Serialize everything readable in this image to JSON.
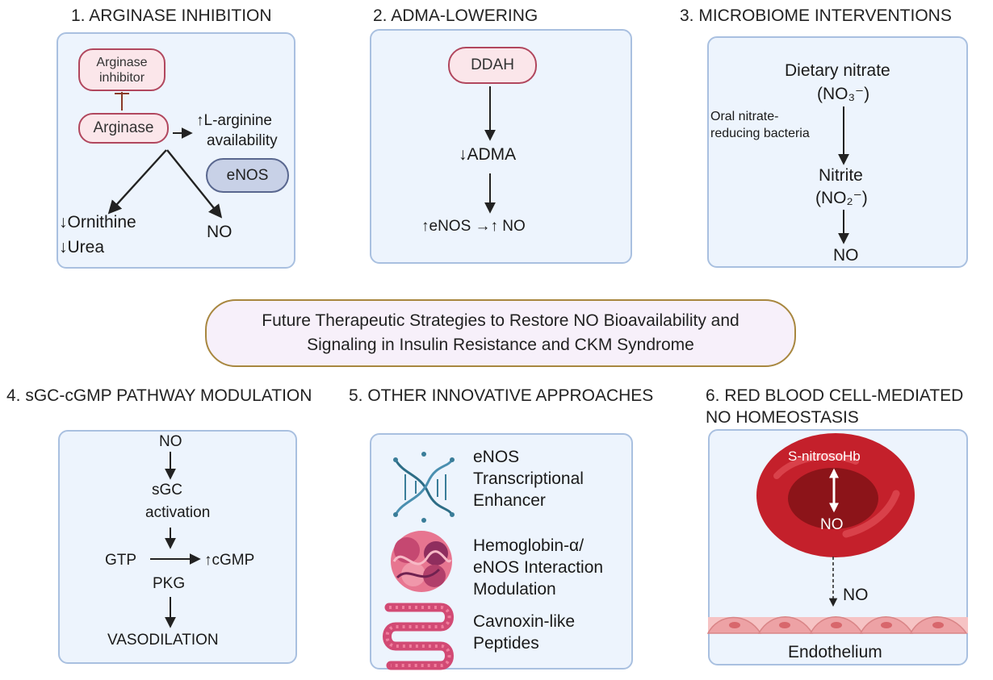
{
  "center": {
    "line1": "Future Therapeutic Strategies to Restore NO Bioavailability and",
    "line2": "Signaling in Insulin Resistance and CKM Syndrome"
  },
  "panel1": {
    "title": "1.  ARGINASE INHIBITION",
    "inhibitor_line1": "Arginase",
    "inhibitor_line2": "inhibitor",
    "arginase": "Arginase",
    "availability_line1": "↑L-arginine",
    "availability_line2": "availability",
    "enos": "eNOS",
    "ornithine": "↓Ornithine",
    "urea": "↓Urea",
    "no": "NO"
  },
  "panel2": {
    "title": "2. ADMA-LOWERING",
    "ddah": "DDAH",
    "adma": "↓ADMA",
    "enos_no": "↑eNOS →↑ NO"
  },
  "panel3": {
    "title": "3. MICROBIOME INTERVENTIONS",
    "nitrate_line1": "Dietary nitrate",
    "nitrate_line2": "(NO₃⁻)",
    "bacteria_line1": "Oral nitrate-",
    "bacteria_line2": "reducing bacteria",
    "nitrite_line1": "Nitrite",
    "nitrite_line2": "(NO₂⁻)",
    "no": "NO"
  },
  "panel4": {
    "title": "4. sGC-cGMP PATHWAY MODULATION",
    "no": "NO",
    "sgc_line1": "sGC",
    "sgc_line2": "activation",
    "gtp": "GTP",
    "cgmp": "↑cGMP",
    "pkg": "PKG",
    "vaso": "VASODILATION"
  },
  "panel5": {
    "title": "5. OTHER INNOVATIVE APPROACHES",
    "item1_line1": "eNOS",
    "item1_line2": "Transcriptional",
    "item1_line3": "Enhancer",
    "item2_line1": "Hemoglobin-α/",
    "item2_line2": "eNOS Interaction",
    "item2_line3": "Modulation",
    "item3_line1": "Cavnoxin-like",
    "item3_line2": "Peptides"
  },
  "panel6": {
    "title_line1": "6. RED BLOOD CELL-MEDIATED",
    "title_line2": "NO HOMEOSTASIS",
    "snohb": "S-nitrosoHb",
    "no_rbc": "NO",
    "no_free": "NO",
    "endothelium": "Endothelium"
  },
  "colors": {
    "panel_fill": "#edf4fd",
    "panel_border": "#a9c0e0",
    "pink_fill": "#fbe6ea",
    "pink_border": "#b1475e",
    "enos_fill": "#c8d1e7",
    "center_border": "#a8873f",
    "rbc": "#c4202b"
  }
}
